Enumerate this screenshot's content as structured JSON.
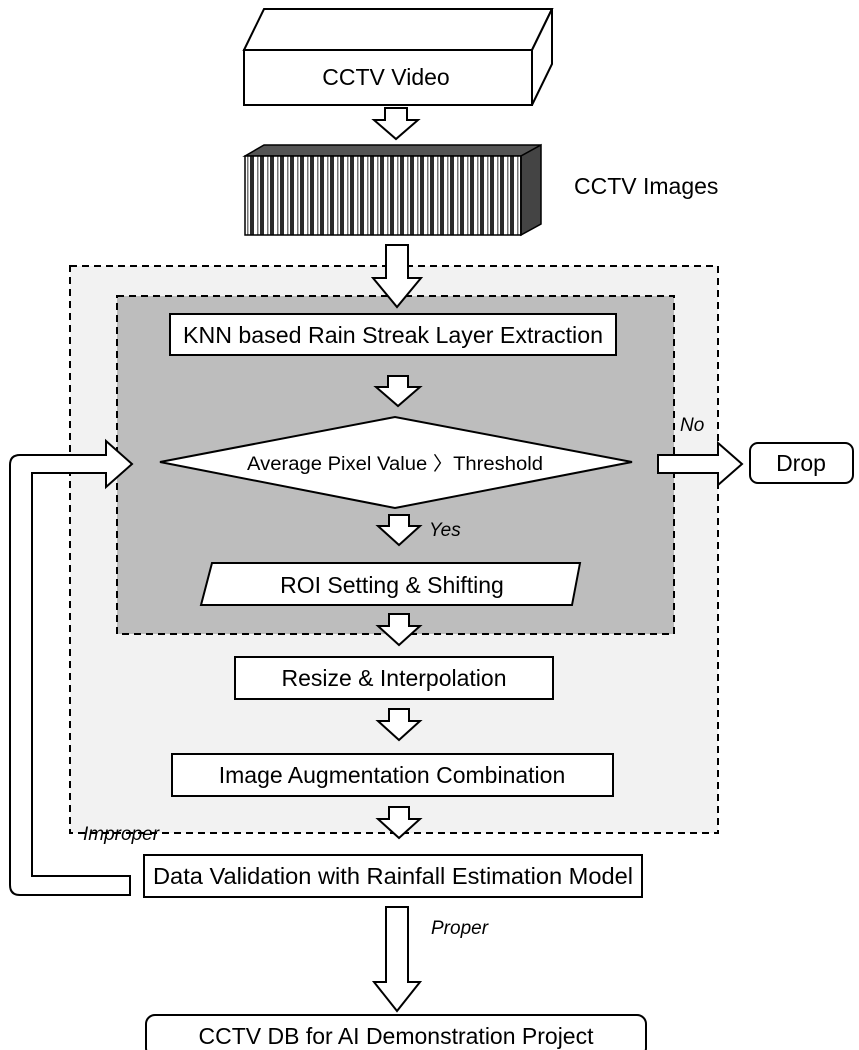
{
  "nodes": {
    "video": "CCTV Video",
    "images": "CCTV Images",
    "knn": "KNN based Rain Streak Layer Extraction",
    "decision": "Average Pixel Value 〉Threshold",
    "roi": "ROI Setting & Shifting",
    "resize": "Resize & Interpolation",
    "augment": "Image Augmentation Combination",
    "validate": "Data Validation with Rainfall Estimation Model",
    "drop": "Drop",
    "db": "CCTV DB for AI Demonstration Project"
  },
  "edge_labels": {
    "no": "No",
    "yes": "Yes",
    "improper": "Improper",
    "proper": "Proper"
  },
  "colors": {
    "outer_panel": "#f2f2f2",
    "inner_panel": "#bdbdbd",
    "stroke": "#000000",
    "box_fill": "#ffffff"
  }
}
